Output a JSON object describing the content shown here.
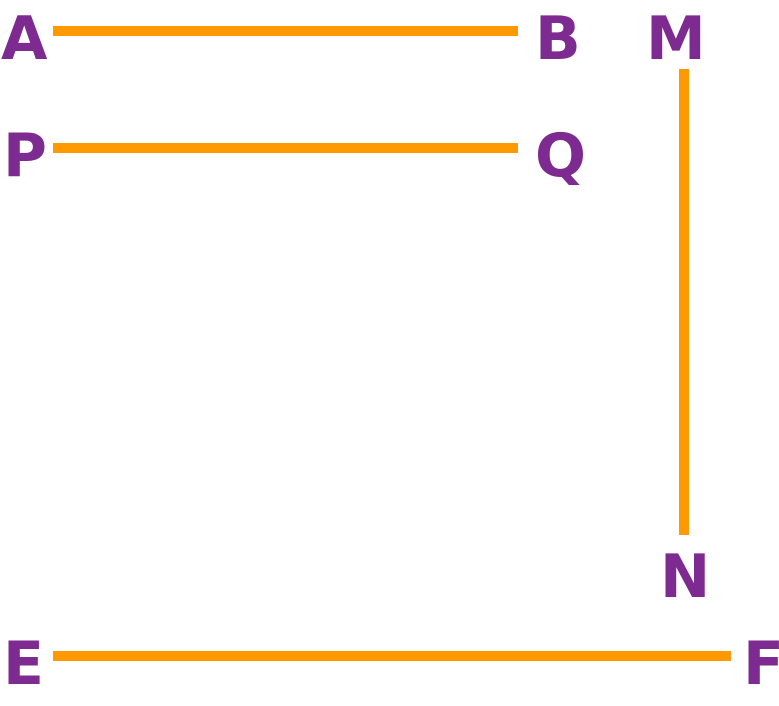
{
  "colors": {
    "segment": "#FF9900",
    "label": "#7D2A91",
    "background": "#FFFFFF"
  },
  "points": {
    "A": {
      "label": "A"
    },
    "B": {
      "label": "B"
    },
    "P": {
      "label": "P"
    },
    "Q": {
      "label": "Q"
    },
    "M": {
      "label": "M"
    },
    "N": {
      "label": "N"
    },
    "E": {
      "label": "E"
    },
    "F": {
      "label": "F"
    }
  },
  "segments": [
    {
      "from": "A",
      "to": "B"
    },
    {
      "from": "P",
      "to": "Q"
    },
    {
      "from": "M",
      "to": "N"
    },
    {
      "from": "E",
      "to": "F"
    }
  ]
}
